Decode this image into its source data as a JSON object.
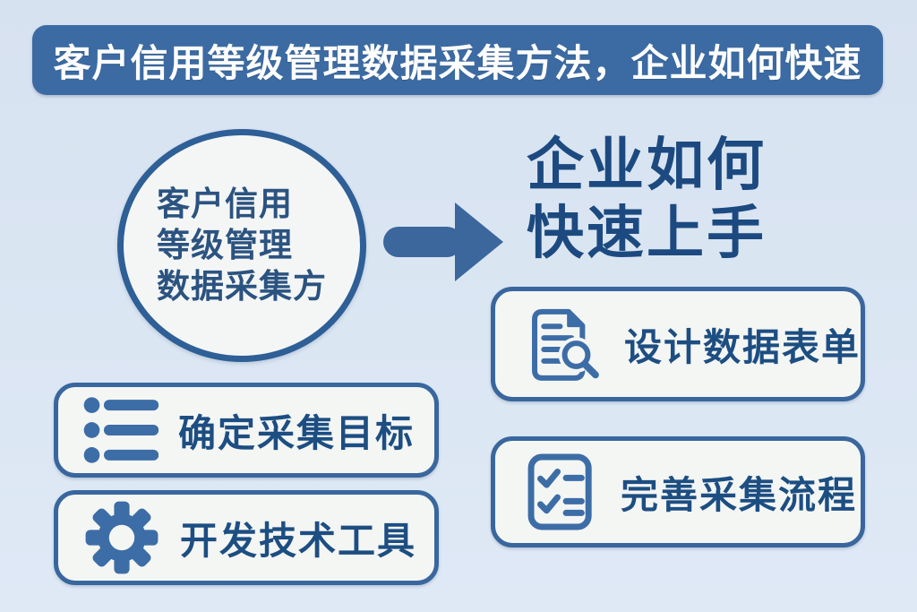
{
  "banner": {
    "title": "客户信用等级管理数据采集方法，企业如何快速"
  },
  "circle": {
    "lines": [
      "客户信用",
      "等级管理",
      "数据采集方"
    ]
  },
  "heading": {
    "lines": [
      "企业如何",
      "快速上手"
    ]
  },
  "items": [
    {
      "id": "define-goals",
      "icon": "list-icon",
      "label": "确定采集目标"
    },
    {
      "id": "develop-tools",
      "icon": "gear-icon",
      "label": "开发技术工具"
    },
    {
      "id": "design-forms",
      "icon": "doc-search-icon",
      "label": "设计数据表单"
    },
    {
      "id": "improve-process",
      "icon": "checklist-icon",
      "label": "完善采集流程"
    }
  ],
  "colors": {
    "background": "#dbe6f3",
    "banner_bg": "#3c6ba3",
    "banner_text": "#fdfdfd",
    "heading_text": "#1c4a80",
    "card_bg": "#f4f6f4",
    "card_border": "#39679d",
    "card_text": "#1d4e82",
    "icon_blue": "#3d6da6",
    "arrow_blue": "#3b679d",
    "circle_border": "#2e5f96",
    "circle_text": "#2b5380"
  }
}
